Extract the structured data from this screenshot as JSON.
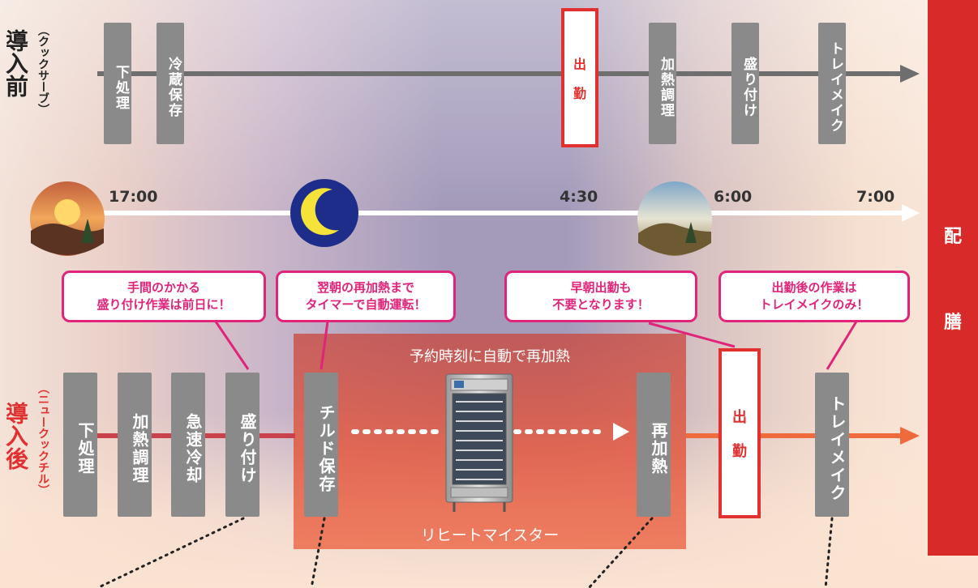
{
  "colors": {
    "accent_red": "#e03030",
    "bubble_pink": "#e0247a",
    "gray_box": "#8a8a8a",
    "sidebar_red": "#d92a2a",
    "arrow_gray": "#6e6e6e",
    "arrow_orange": "#ef6a3d",
    "machine_panel": "#e36b54",
    "moon_bg": "#1f2d8a",
    "moon_color": "#f5e33a"
  },
  "before": {
    "title": "導入前",
    "subtitle": "（クックサーブ）",
    "steps": [
      "下処理",
      "冷蔵保存",
      "加熱調理",
      "盛り付け",
      "トレイメイク"
    ],
    "shift": [
      "出",
      "勤"
    ]
  },
  "after": {
    "title": "導入後",
    "subtitle": "（ニュークックチル）",
    "steps": [
      "下処理",
      "加熱調理",
      "急速冷却",
      "盛り付け",
      "チルド保存",
      "再加熱",
      "トレイメイク"
    ],
    "shift": [
      "出",
      "勤"
    ]
  },
  "timeline": {
    "times": [
      "17:00",
      "4:30",
      "6:00",
      "7:00"
    ],
    "icons": [
      "sunset-icon",
      "moon-icon",
      "sunrise-icon"
    ]
  },
  "bubbles": [
    [
      "手間のかかる",
      "盛り付け作業は前日に！"
    ],
    [
      "翌朝の再加熱まで",
      "タイマーで自動運転！"
    ],
    [
      "早朝出勤も",
      "不要となります！"
    ],
    [
      "出勤後の作業は",
      "トレイメイクのみ！"
    ]
  ],
  "machine": {
    "caption": "予約時刻に自動で再加熱",
    "name": "リヒートマイスター",
    "icon": "reheat-cabinet-icon"
  },
  "sidebar": [
    "配",
    "膳"
  ]
}
